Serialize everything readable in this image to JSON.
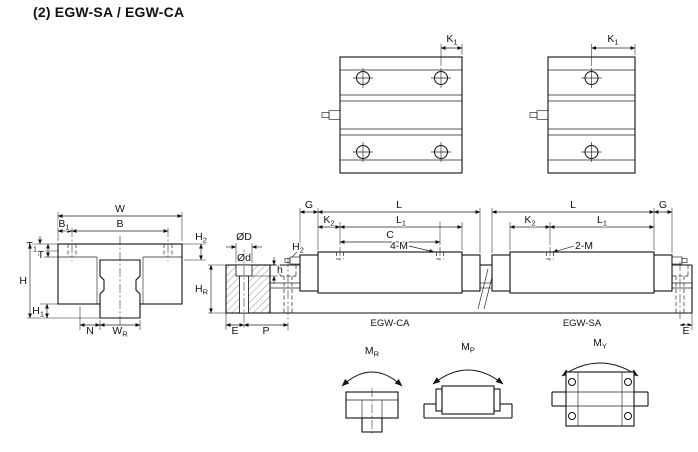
{
  "title": "(2) EGW-SA / EGW-CA",
  "colors": {
    "ink": "#111111",
    "background": "#ffffff"
  },
  "top_view_ca": {
    "k1": {
      "base": "K",
      "sub": "1"
    }
  },
  "top_view_sa": {
    "k1": {
      "base": "K",
      "sub": "1"
    }
  },
  "front_view": {
    "w": {
      "base": "W",
      "sub": ""
    },
    "b": {
      "base": "B",
      "sub": ""
    },
    "b1": {
      "base": "B",
      "sub": "1"
    },
    "t1": {
      "base": "T",
      "sub": "1"
    },
    "t": {
      "base": "T",
      "sub": ""
    },
    "h2": {
      "base": "H",
      "sub": "2"
    },
    "h": {
      "base": "H",
      "sub": ""
    },
    "h1": {
      "base": "H",
      "sub": "1"
    },
    "n": {
      "base": "N",
      "sub": ""
    },
    "wr": {
      "base": "W",
      "sub": "R"
    }
  },
  "rail_section": {
    "d_outer": {
      "base": "ØD",
      "sub": ""
    },
    "d_inner": {
      "base": "Ød",
      "sub": ""
    },
    "h": {
      "base": "h",
      "sub": ""
    },
    "hr": {
      "base": "H",
      "sub": "R"
    },
    "e": {
      "base": "E",
      "sub": ""
    },
    "p": {
      "base": "P",
      "sub": ""
    }
  },
  "side_ca": {
    "g": {
      "base": "G",
      "sub": ""
    },
    "l": {
      "base": "L",
      "sub": ""
    },
    "k2": {
      "base": "K",
      "sub": "2"
    },
    "l1": {
      "base": "L",
      "sub": "1"
    },
    "c": {
      "base": "C",
      "sub": ""
    },
    "holes": "4-M",
    "h2": {
      "base": "H",
      "sub": "2"
    },
    "name": "EGW-CA"
  },
  "side_sa": {
    "l": {
      "base": "L",
      "sub": ""
    },
    "g": {
      "base": "G",
      "sub": ""
    },
    "k2": {
      "base": "K",
      "sub": "2"
    },
    "l1": {
      "base": "L",
      "sub": "1"
    },
    "holes": "2-M",
    "name": "EGW-SA",
    "e": {
      "base": "E",
      "sub": ""
    }
  },
  "moments": {
    "mr": {
      "base": "M",
      "sub": "R"
    },
    "mp": {
      "base": "M",
      "sub": "P"
    },
    "my": {
      "base": "M",
      "sub": "Y"
    }
  }
}
